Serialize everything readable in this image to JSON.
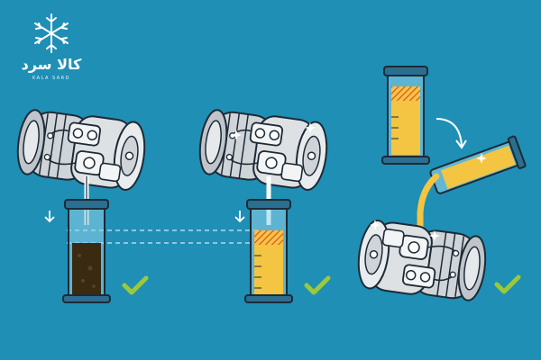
{
  "logo": {
    "name": "کالا سرد",
    "subtitle": "KALA SARD",
    "icon": "snowflake-icon"
  },
  "colors": {
    "background": "#1f8fb5",
    "oil_dark": "#3a2a12",
    "oil_fresh": "#f4c542",
    "check": "#9cc93a",
    "outline": "#1d2a36",
    "metal": "#d6dadd"
  },
  "steps": [
    {
      "icon": "compressor-icon",
      "oil": "used-oil",
      "check": "check-icon"
    },
    {
      "icon": "compressor-icon",
      "oil": "fresh-oil",
      "check": "check-icon"
    },
    {
      "icon": "compressor-icon",
      "oil": "pour-fresh-oil",
      "check": "check-icon"
    }
  ]
}
